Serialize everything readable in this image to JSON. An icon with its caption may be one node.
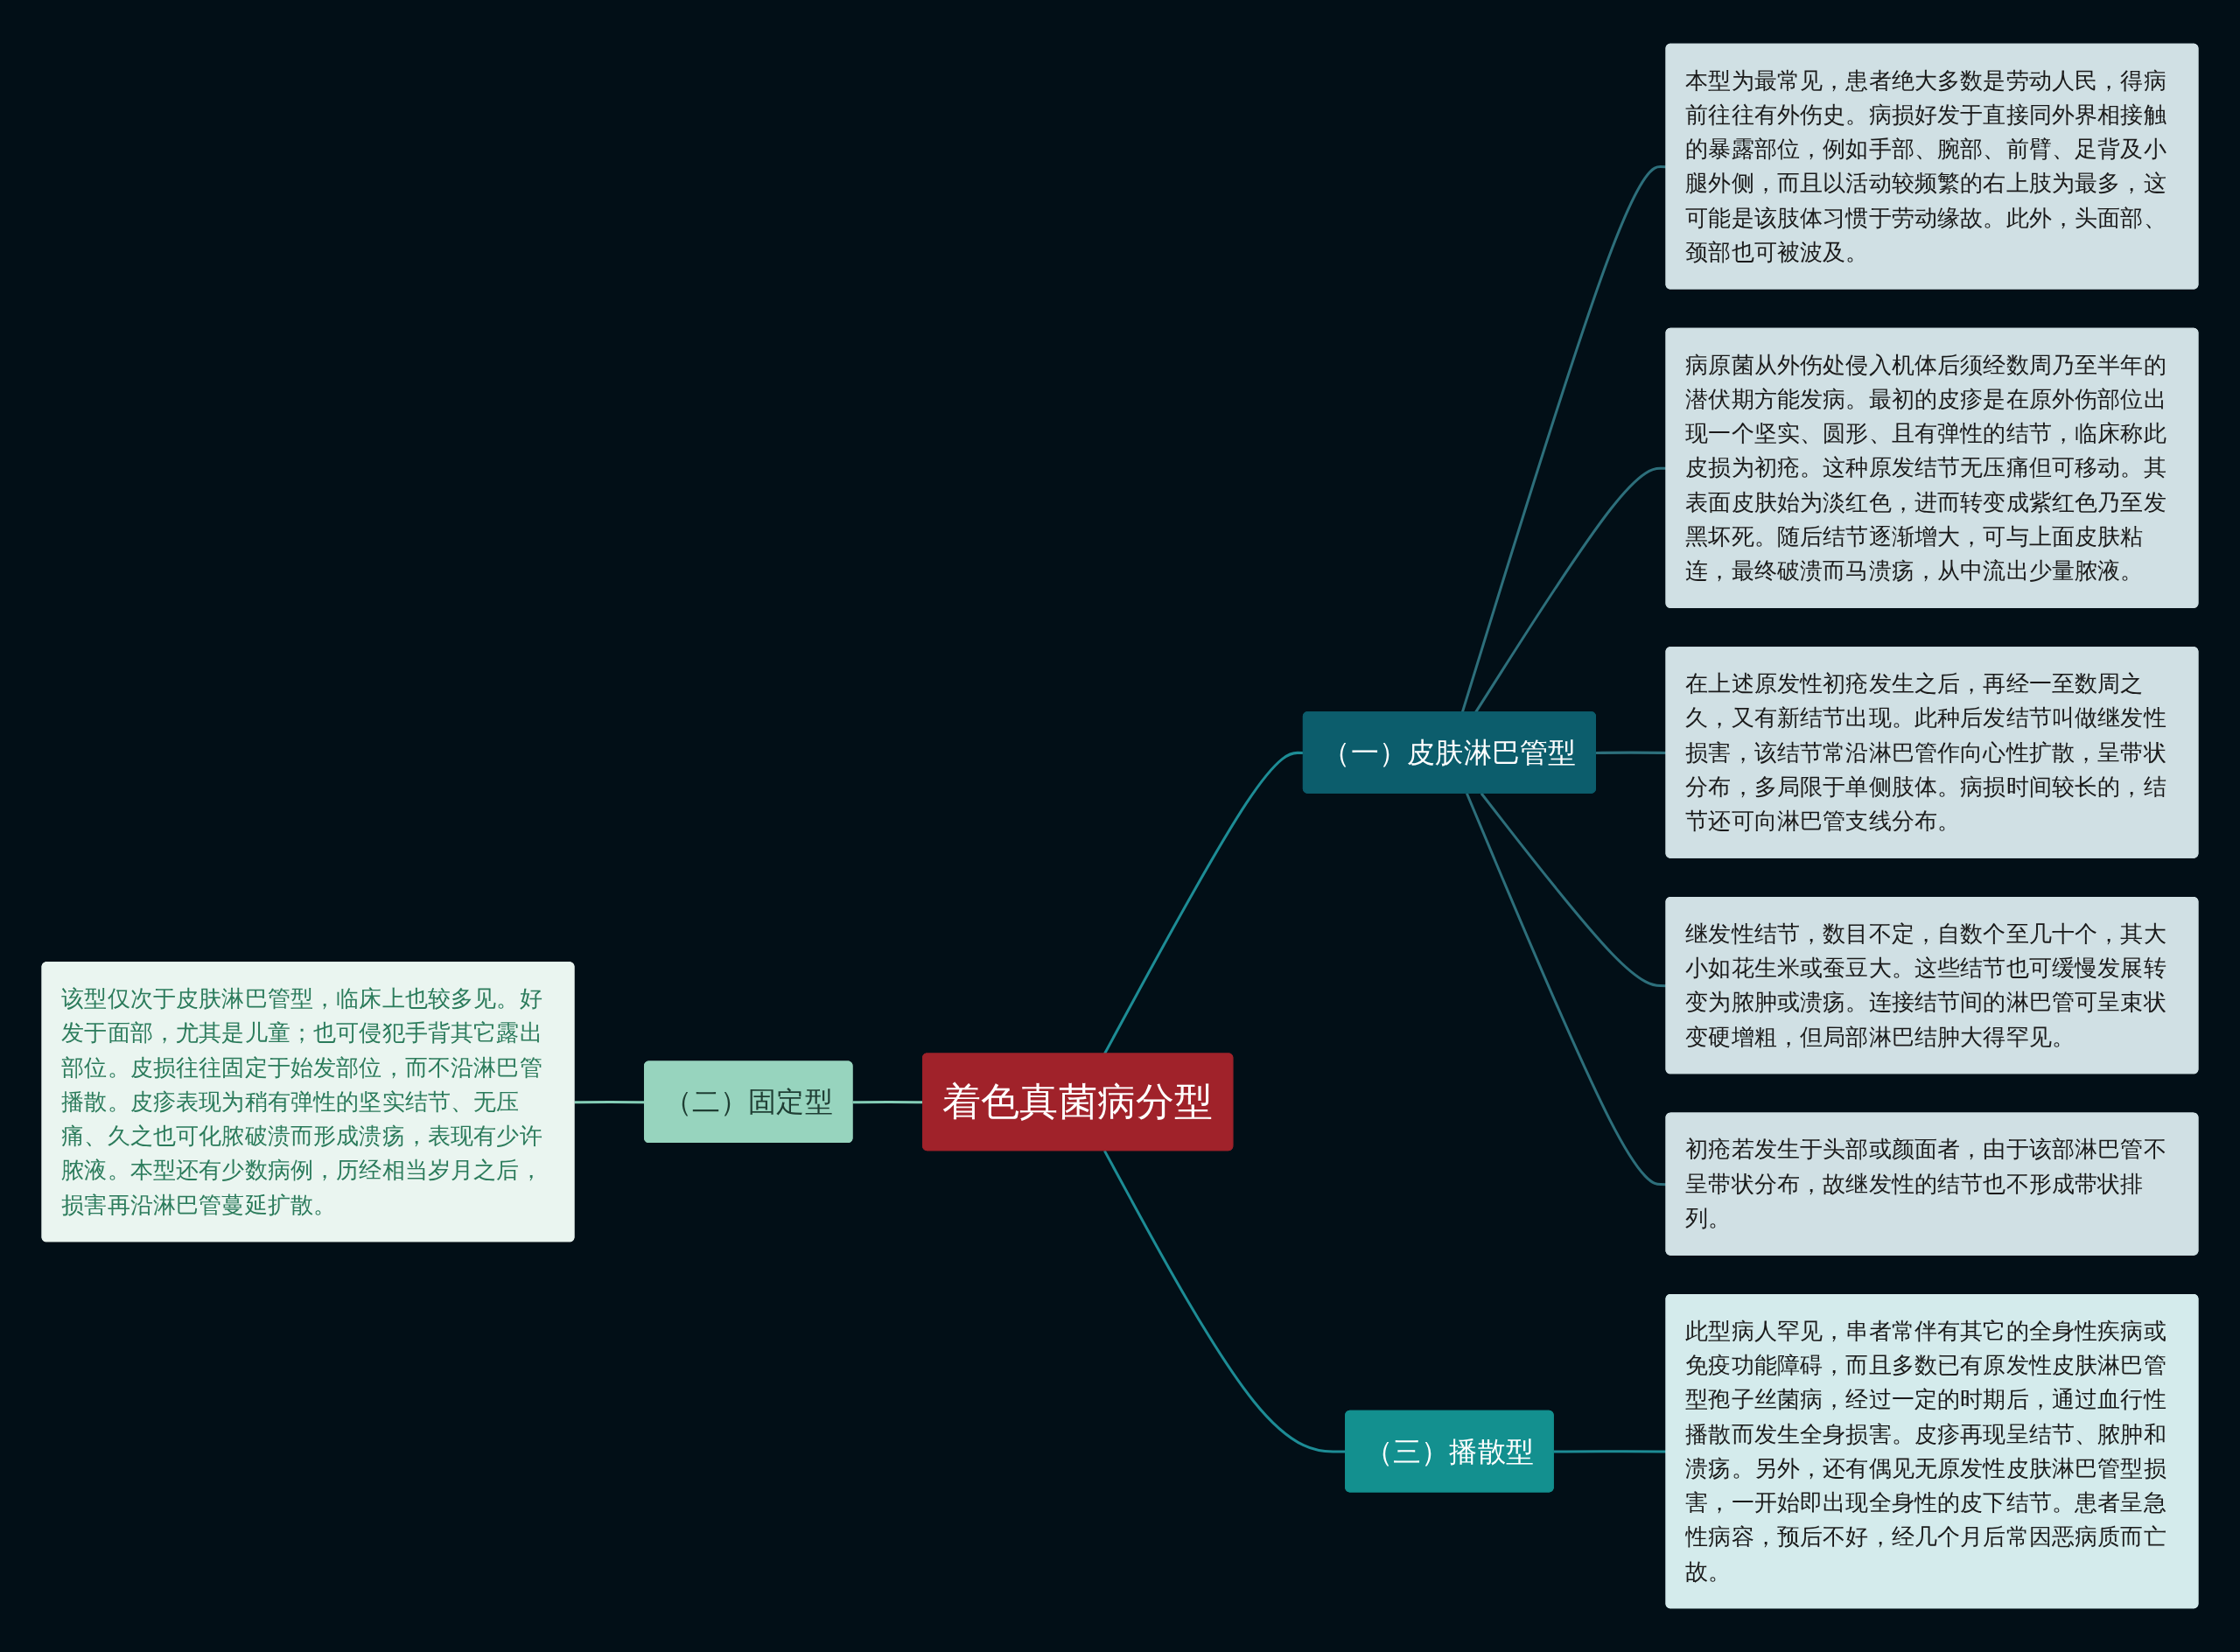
{
  "diagram": {
    "nodes": [
      {
        "text": [
          "着色真菌病分型"
        ]
      },
      {
        "text": [
          "（一）皮肤淋巴管型"
        ]
      },
      {
        "text": [
          "本型为最常见，患者绝大多数是劳动人民，得病前往往有外伤史。病损好发于直接同外界相接触的暴露部位，例如手部、腕部、前臂、足背及小腿外侧，而且以活动较频繁的右上肢为最多，这可能是该肢体习惯于劳动缘故。此外，头面部、颈部也可被波及。"
        ]
      },
      {
        "text": [
          "病原菌从外伤处侵入机体后须经数周乃至半年的潜伏期方能发病。最初的皮疹是在原外伤部位出现一个坚实、圆形、且有弹性的结节，临床称此皮损为初疮。这种原发结节无压痛但可移动。其表面皮肤始为淡红色，进而转变成紫红色乃至发黑坏死。随后结节逐渐增大，可与上面皮肤粘连，最终破溃而马溃疡，从中流出少量脓液。"
        ]
      },
      {
        "text": [
          "在上述原发性初疮发生之后，再经一至数周之久，又有新结节出现。此种后发结节叫做继发性损害，该结节常沿淋巴管作向心性扩散，呈带状分布，多局限于单侧肢体。病损时间较长的，结节还可向淋巴管支线分布。"
        ]
      },
      {
        "text": [
          "继发性结节，数目不定，自数个至几十个，其大小如花生米或蚕豆大。这些结节也可缓慢发展转变为脓肿或溃疡。连接结节间的淋巴管可呈束状变硬增粗，但局部淋巴结肿大得罕见。"
        ]
      },
      {
        "text": [
          "初疮若发生于头部或颜面者，由于该部淋巴管不呈带状分布，故继发性的结节也不形成带状排列。"
        ]
      },
      {
        "text": [
          "（二）固定型"
        ]
      },
      {
        "text": [
          "该型仅次于皮肤淋巴管型，临床上也较多见。好发于面部，尤其是儿童；也可侵犯手背其它露出部位。皮损往往固定于始发部位，而不沿淋巴管播散。皮疹表现为稍有弹性的坚实结节、无压痛、久之也可化脓破溃而形成溃疡，表现有少许脓液。本型还有少数病例，历经相当岁月之后，损害再沿淋巴管蔓延扩散。"
        ]
      },
      {
        "text": [
          "（三）播散型"
        ]
      },
      {
        "text": [
          "此型病人罕见，串者常伴有其它的全身性疾病或免疫功能障碍，而且多数已有原发性皮肤淋巴管型孢子丝菌病，经过一定的时期后，通过血行性播散而发生全身损害。皮疹再现呈结节、脓肿和溃疡。另外，还有偶见无原发性皮肤淋巴管型损害，一开始即出现全身性的皮下结节。患者呈急性病容，预后不好，经几个月后常因恶病质而亡故。"
        ]
      }
    ],
    "edges": [
      {
        "from": 0,
        "to": 1,
        "arrow": "none",
        "color": "#1d8c95"
      },
      {
        "from": 1,
        "to": 2,
        "arrow": "none"
      },
      {
        "from": 1,
        "to": 3,
        "arrow": "none"
      },
      {
        "from": 1,
        "to": 4,
        "arrow": "none"
      },
      {
        "from": 1,
        "to": 5,
        "arrow": "none"
      },
      {
        "from": 1,
        "to": 6,
        "arrow": "none"
      },
      {
        "from": 7,
        "to": 0,
        "arrow": "none",
        "color": "#84cdb6"
      },
      {
        "from": 8,
        "to": 7,
        "arrow": "none",
        "color": "#84cdb6"
      },
      {
        "from": 0,
        "to": 9,
        "arrow": "none",
        "color": "#1d8c95"
      },
      {
        "from": 9,
        "to": 10,
        "arrow": "none",
        "color": "#1d8c95"
      }
    ]
  }
}
